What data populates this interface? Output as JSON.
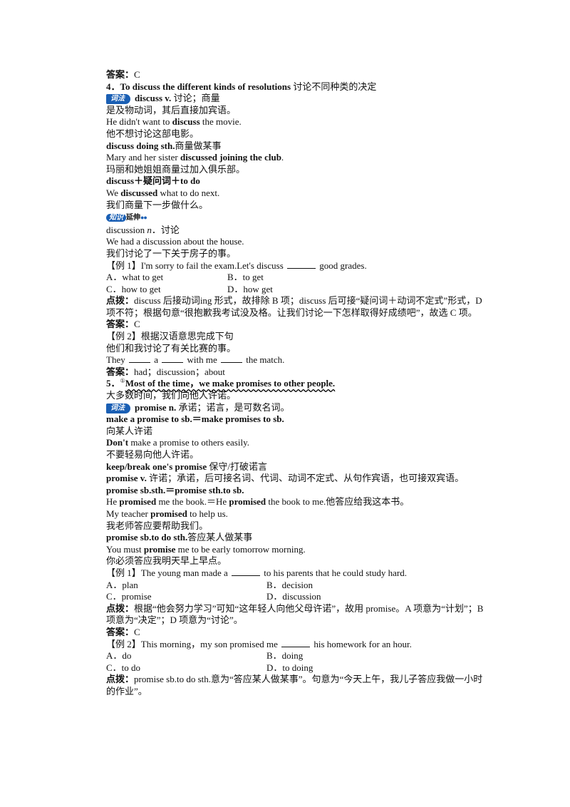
{
  "lines": {
    "l1_label": "答案：",
    "l1_val": "C",
    "l2_head": "4．To discuss the different kinds of resolutions",
    "l2_cn": " 讨论不同种类的决定",
    "badge_cifa": "词法",
    "l3_b": "discuss v.",
    "l3_t": " 讨论；商量",
    "l4": "是及物动词，其后直接加宾语。",
    "l5_a": "He didn't want to ",
    "l5_b": "discuss",
    "l5_c": " the movie.",
    "l6": "他不想讨论这部电影。",
    "l7_b": "discuss doing sth.",
    "l7_t": "商量做某事",
    "l8_a": "Mary and her sister ",
    "l8_b": "discussed joining the club",
    "l8_c": ".",
    "l9": "玛丽和她姐姐商量过加入俱乐部。",
    "l10_b": "discuss＋疑问词＋to do",
    "l11_a": "We ",
    "l11_b": "discussed",
    "l11_c": " what to do next.",
    "l12": "我们商量下一步做什么。",
    "badge_zhishi_k": "知识",
    "badge_zhishi_t": "延伸",
    "badge_zhishi_d": "●●",
    "l13_a": "discussion ",
    "l13_i": "n",
    "l13_c": "．讨论",
    "l14": "We had a discussion about the house.",
    "l15": "我们讨论了一下关于房子的事。",
    "l16_a": "【例 1】I'm sorry to fail the exam.Let's  discuss ",
    "l16_c": " good grades.",
    "l17_a": "A．what to get",
    "l17_b": "B．to get",
    "l18_a": "C．how to get",
    "l18_b": "D．how get",
    "l19_b": "点拨：",
    "l19_t": "discuss 后接动词ing 形式，故排除 B 项；discuss 后可接“疑问词＋动词不定式”形式，D 项不符；根据句意“很抱歉我考试没及格。让我们讨论一下怎样取得好成绩吧”，故选 C 项。",
    "l20_label": "答案：",
    "l20_val": "C",
    "l21": "【例 2】根据汉语意思完成下句",
    "l22": "他们和我讨论了有关比赛的事。",
    "l23_a": "They ",
    "l23_b": " a ",
    "l23_c": " with me ",
    "l23_d": " the match.",
    "l24_label": "答案：",
    "l24_val": "had；discussion；about",
    "l25_num": "5．",
    "l25_sup": "①",
    "l25_b": "Most of the time，we make promises to other people.",
    "l26": "大多数时间，我们向他人许诺。",
    "l27_b": "promise n.",
    "l27_t": " 承诺；诺言，是可数名词。",
    "l28_b": "make a promise to sb.＝make promises to sb.",
    "l29": "向某人许诺",
    "l30_b": "Don't",
    "l30_c": " make a promise to others easily.",
    "l31": "不要轻易向他人许诺。",
    "l32_b": "keep/break one's promise",
    "l32_t": " 保守/打破诺言",
    "l33_b": "promise v.",
    "l33_t": " 许诺；承诺，后可接名词、代词、动词不定式、从句作宾语，也可接双宾语。",
    "l34_b": "promise sb.sth.＝promise sth.to sb.",
    "l35_a": "He ",
    "l35_b": "promised",
    "l35_c": " me the book.＝He ",
    "l35_d": "promised",
    "l35_e": " the book to me.他答应给我这本书。",
    "l36_a": "My teacher ",
    "l36_b": "promised",
    "l36_c": " to help us.",
    "l37": "我老师答应要帮助我们。",
    "l38_b": "promise sb.to do sth.",
    "l38_t": "答应某人做某事",
    "l39_a": "You must ",
    "l39_b": "promise",
    "l39_c": " me to be early tomorrow morning.",
    "l40": "你必须答应我明天早上早点。",
    "l41_a": "【例 1】The young man made a ",
    "l41_c": " to his parents that he could study hard.",
    "l42_a": "A．plan",
    "l42_b": "B．decision",
    "l43_a": "C．promise",
    "l43_b": "D．discussion",
    "l44_b": "点拨：",
    "l44_t": "根据“他会努力学习”可知“这年轻人向他父母许诺”，故用 promise。A 项意为“计划”；B 项意为“决定”；D 项意为“讨论”。",
    "l45_label": "答案：",
    "l45_val": "C",
    "l46_a": "【例 2】This morning，my son promised me ",
    "l46_c": " his homework for an hour.",
    "l47_a": "A．do",
    "l47_b": "B．doing",
    "l48_a": "C．to do",
    "l48_b": "D．to doing",
    "l49_b": "点拨：",
    "l49_t": "promise sb.to do sth.意为“答应某人做某事”。句意为“今天上午，我儿子答应我做一小时的作业”。"
  }
}
